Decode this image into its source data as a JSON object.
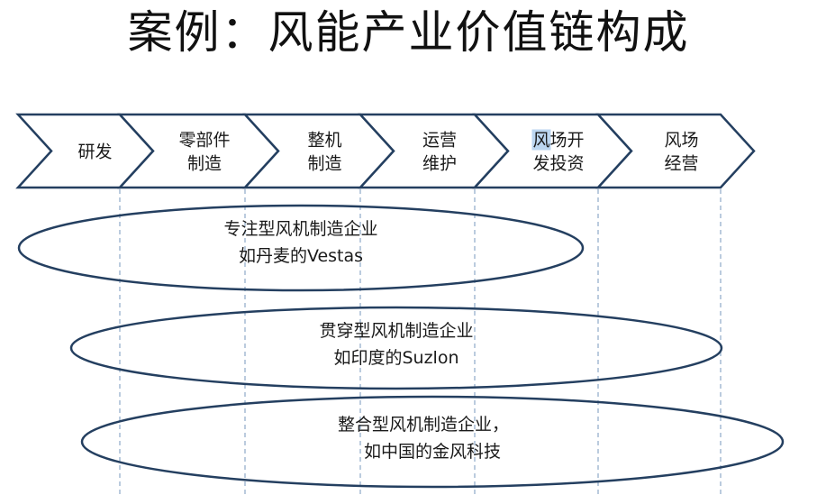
{
  "title": "案例：风能产业价值链构成",
  "stages": [
    {
      "lines": [
        "研发"
      ]
    },
    {
      "lines": [
        "零部件",
        "制造"
      ]
    },
    {
      "lines": [
        "整机",
        "制造"
      ]
    },
    {
      "lines": [
        "运营",
        "维护"
      ]
    },
    {
      "lines": [
        "风场开",
        "发投资"
      ],
      "highlight_first_char": true
    },
    {
      "lines": [
        "风场",
        "经营"
      ]
    }
  ],
  "business_models": [
    {
      "lines": [
        "专注型风机制造企业",
        "如丹麦的Vestas"
      ]
    },
    {
      "lines": [
        "贯穿型风机制造企业",
        "如印度的Suzlon"
      ]
    },
    {
      "lines": [
        "整合型风机制造企业，",
        "如中国的金风科技"
      ]
    }
  ],
  "colors": {
    "outline": "#243f60",
    "chevron_fill": "#ffffff",
    "highlight": "#bcd6f0",
    "dashed_line": "#8ea9c8"
  }
}
